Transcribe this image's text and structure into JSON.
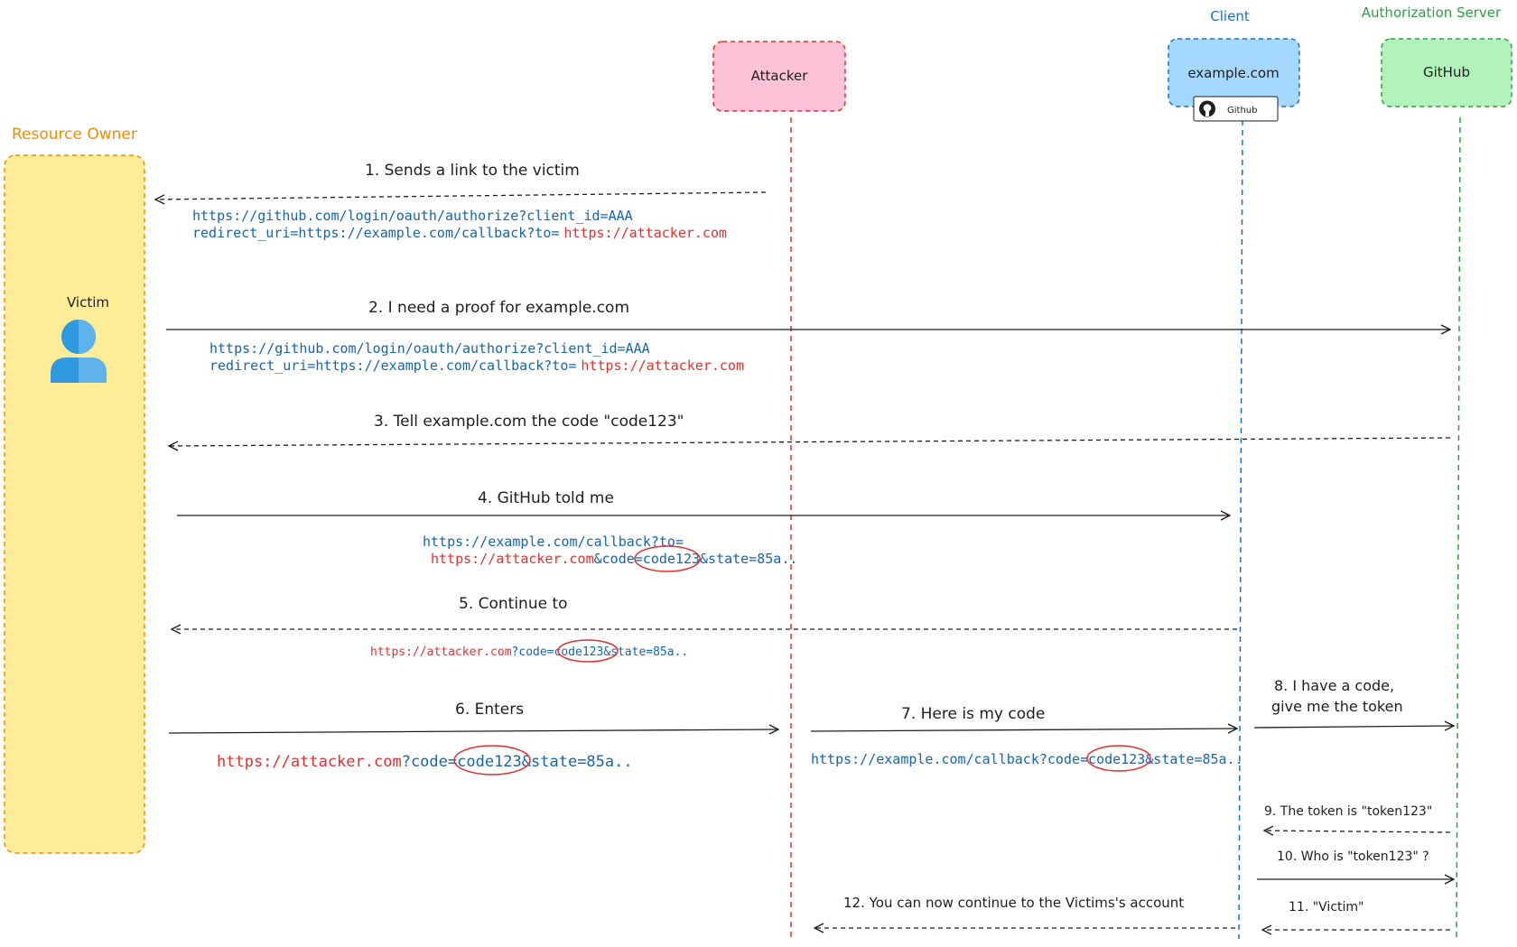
{
  "colors": {
    "resource_owner": "#f08c00",
    "attacker_line": "#e03131",
    "client_line": "#1971c2",
    "auth_server_line": "#2f9e44",
    "url_blue": "#1864ab",
    "url_red": "#e03131",
    "resource_owner_fill": "#ffec99",
    "attacker_fill": "#fcc2d7",
    "client_fill": "#a5d8ff",
    "auth_fill": "#b2f2bb"
  },
  "lanes": {
    "resource_owner_label": "Resource Owner",
    "victim_label": "Victim",
    "victim_icon": "user-icon",
    "attacker_label": "Attacker",
    "client_role": "Client",
    "client_label": "example.com",
    "client_badge": "Github",
    "client_badge_icon": "github-icon",
    "auth_role": "Authorization Server",
    "auth_label": "GitHub"
  },
  "steps": {
    "s1": {
      "label": "1. Sends a link to the victim",
      "url_line1": "https://github.com/login/oauth/authorize?client_id=AAA",
      "url_line2_blue": "redirect_uri=https://example.com/callback?to=",
      "url_line2_red": "https://attacker.com"
    },
    "s2": {
      "label": "2. I need a proof for example.com",
      "url_line1": "https://github.com/login/oauth/authorize?client_id=AAA",
      "url_line2_blue": "redirect_uri=https://example.com/callback?to=",
      "url_line2_red": "https://attacker.com"
    },
    "s3": {
      "label": "3. Tell example.com the code \"code123\""
    },
    "s4": {
      "label": "4. GitHub told me",
      "url_line1": "https://example.com/callback?to=",
      "url_line2_red": "https://attacker.com",
      "url_line2_blue_a": "&code=",
      "url_code": "code123",
      "url_line2_blue_b": "&state=85a.."
    },
    "s5": {
      "label": "5. Continue to",
      "url_red": "https://attacker.com",
      "url_blue_a": "?code=",
      "url_code": "code123",
      "url_blue_b": "&state=85a.."
    },
    "s6": {
      "label": "6. Enters",
      "url_red": "https://attacker.com",
      "url_blue_a": "?code=",
      "url_code": "code123",
      "url_blue_b": "&state=85a.."
    },
    "s7": {
      "label": "7. Here is my code",
      "url_blue_a": "https://example.com/callback?code=",
      "url_code": "code123",
      "url_blue_b": "&state=85a.."
    },
    "s8": {
      "label_line1": "8. I have a code,",
      "label_line2": "give me the token"
    },
    "s9": {
      "label": "9. The token is \"token123\""
    },
    "s10": {
      "label": "10. Who is \"token123\" ?"
    },
    "s11": {
      "label": "11. \"Victim\""
    },
    "s12": {
      "label": "12. You can now continue to the Victims's account"
    }
  }
}
